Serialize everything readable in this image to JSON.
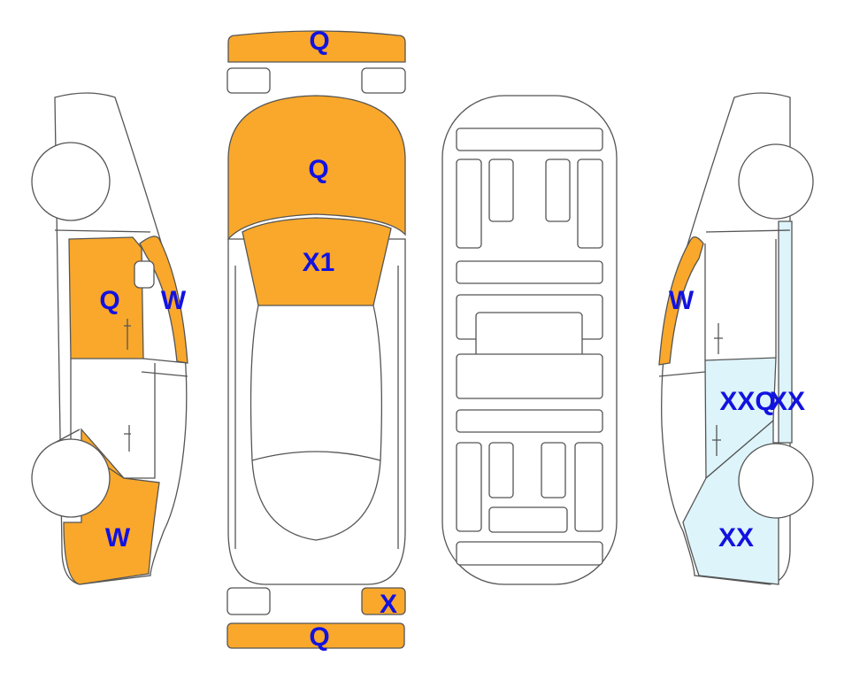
{
  "colors": {
    "damage_orange": "#F9A82B",
    "damage_blue": "#DDF4FA",
    "label": "#1212E0"
  },
  "labels": {
    "front_bumper": "Q",
    "hood": "Q",
    "windshield": "X1",
    "left_front_door": "Q",
    "left_a_pillar": "W",
    "left_rear_quarter": "W",
    "right_a_pillar": "W",
    "right_rear_door_a": "XXQ",
    "right_rear_door_b": "XX",
    "right_rear_quarter": "XX",
    "rear_right_light": "X",
    "rear_bumper": "Q"
  }
}
